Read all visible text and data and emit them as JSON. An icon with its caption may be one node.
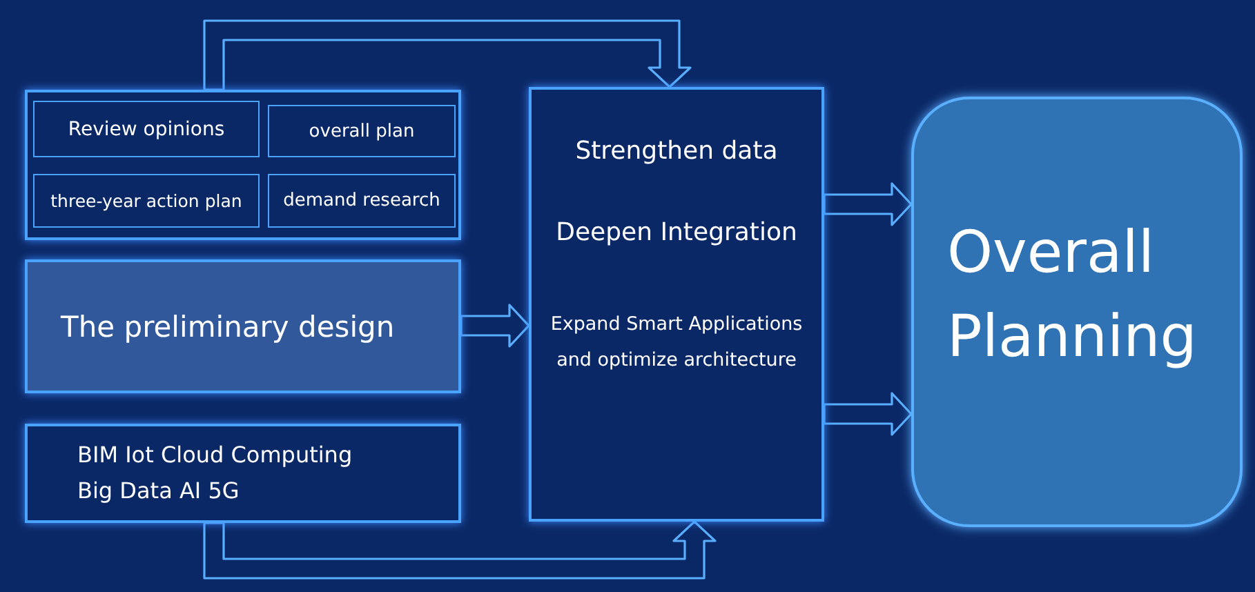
{
  "diagram": {
    "nodes": [
      {
        "text": [],
        "shape": "box"
      },
      {
        "text": [
          "Review opinions"
        ],
        "in": 0
      },
      {
        "text": [
          "overall plan"
        ],
        "in": 0
      },
      {
        "text": [
          "three-year action plan"
        ],
        "in": 0
      },
      {
        "text": [
          "demand research"
        ],
        "in": 0
      },
      {
        "text": [
          "The preliminary design"
        ]
      },
      {
        "text": [
          "BIM Iot Cloud Computing",
          "Big Data AI 5G"
        ]
      },
      {
        "text": [
          "Strengthen data",
          "Deepen Integration",
          "Expand Smart Applications and optimize architecture"
        ]
      },
      {
        "text": [
          "Overall Planning"
        ]
      }
    ],
    "edges": [
      {
        "from": 0,
        "to": 7,
        "arrow": "to"
      },
      {
        "from": 5,
        "to": 7,
        "arrow": "to"
      },
      {
        "from": 6,
        "to": 7,
        "arrow": "to"
      },
      {
        "from": 7,
        "to": 8,
        "arrow": "to"
      },
      {
        "from": 7,
        "to": 8,
        "arrow": "to"
      }
    ]
  }
}
